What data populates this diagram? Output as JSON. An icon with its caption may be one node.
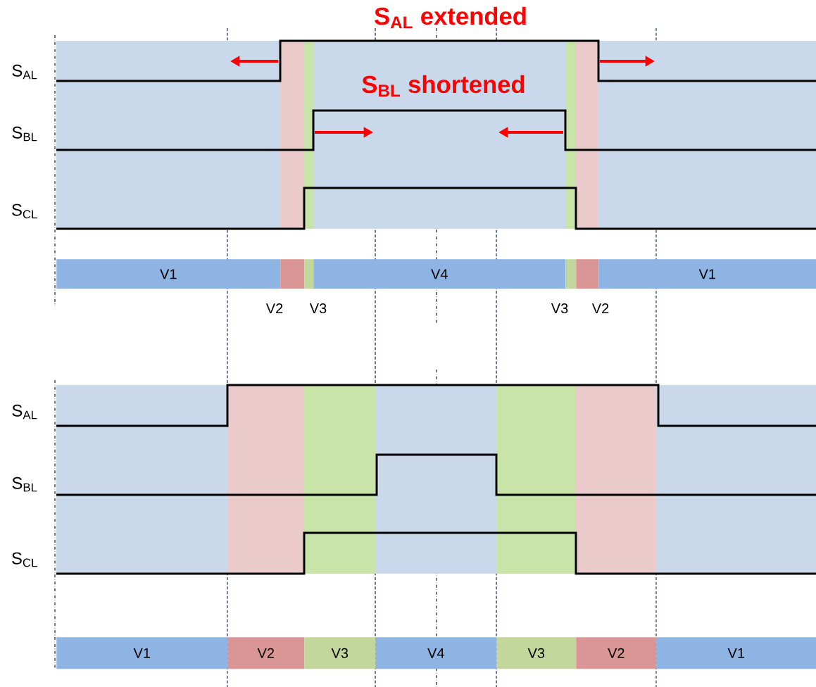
{
  "diagram": {
    "nodes": [
      {
        "text": [
          "V1"
        ]
      },
      {
        "text": [],
        "shape": "bar",
        "beside": [
          "V2"
        ]
      },
      {
        "text": [],
        "shape": "bar",
        "beside": [
          "V3"
        ]
      },
      {
        "text": [
          "V4"
        ]
      },
      {
        "text": [],
        "shape": "bar",
        "beside": [
          "V3"
        ]
      },
      {
        "text": [],
        "shape": "bar",
        "beside": [
          "V2"
        ]
      },
      {
        "text": [
          "V1"
        ]
      },
      {
        "text": [
          "V1"
        ]
      },
      {
        "text": [
          "V2"
        ]
      },
      {
        "text": [
          "V3"
        ]
      },
      {
        "text": [
          "V4"
        ]
      },
      {
        "text": [
          "V3"
        ]
      },
      {
        "text": [
          "V2"
        ]
      },
      {
        "text": [
          "V1"
        ]
      }
    ],
    "labels": [
      "S$_{AL}$ extended",
      "S$_{AL}$",
      "S$_{BL}$ shortened",
      "S$_{BL}$",
      "S$_{CL}$",
      "S$_{AL}$",
      "S$_{BL}$",
      "S$_{CL}$"
    ]
  }
}
